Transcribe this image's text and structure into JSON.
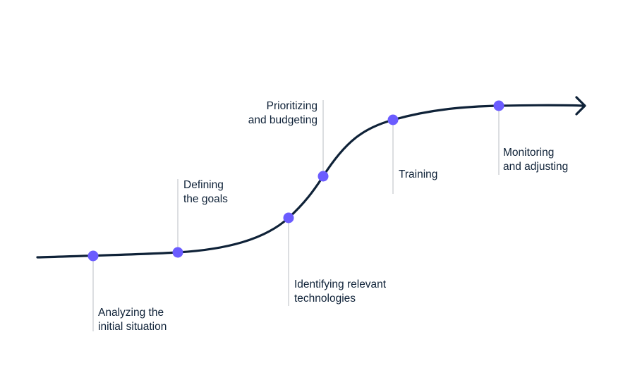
{
  "colors": {
    "curve": "#0f2238",
    "marker": "#6b5cff",
    "guide": "#b9bcc3",
    "text": "#0f2238"
  },
  "milestones": [
    {
      "id": "analyzing",
      "lines": [
        "Analyzing the",
        "initial situation"
      ]
    },
    {
      "id": "defining",
      "lines": [
        "Defining",
        "the goals"
      ]
    },
    {
      "id": "identifying",
      "lines": [
        "Identifying relevant",
        "technologies"
      ]
    },
    {
      "id": "prioritizing",
      "lines": [
        "Prioritizing",
        "and budgeting"
      ]
    },
    {
      "id": "training",
      "lines": [
        "Training"
      ]
    },
    {
      "id": "monitoring",
      "lines": [
        "Monitoring",
        "and adjusting"
      ]
    }
  ]
}
